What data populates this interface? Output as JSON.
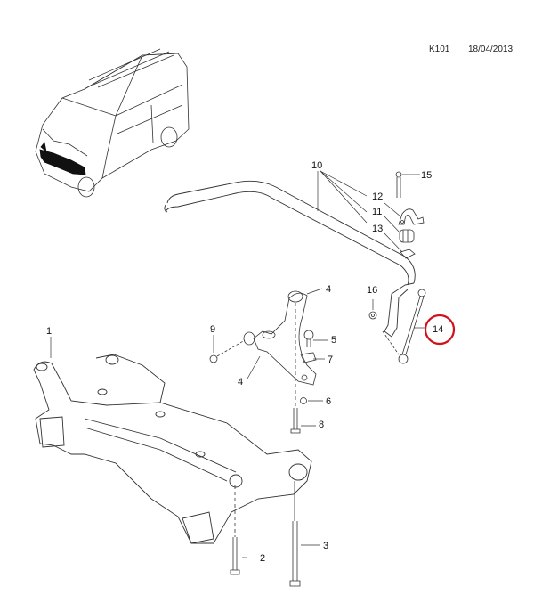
{
  "header": {
    "code": "K101",
    "date": "18/04/2013"
  },
  "callouts": [
    {
      "id": "1",
      "label": "1"
    },
    {
      "id": "2",
      "label": "2"
    },
    {
      "id": "3",
      "label": "3"
    },
    {
      "id": "4a",
      "label": "4"
    },
    {
      "id": "4b",
      "label": "4"
    },
    {
      "id": "5",
      "label": "5"
    },
    {
      "id": "6",
      "label": "6"
    },
    {
      "id": "7",
      "label": "7"
    },
    {
      "id": "8",
      "label": "8"
    },
    {
      "id": "9",
      "label": "9"
    },
    {
      "id": "10",
      "label": "10"
    },
    {
      "id": "11",
      "label": "11"
    },
    {
      "id": "12",
      "label": "12"
    },
    {
      "id": "13",
      "label": "13"
    },
    {
      "id": "14",
      "label": "14"
    },
    {
      "id": "15",
      "label": "15"
    },
    {
      "id": "16",
      "label": "16"
    }
  ],
  "highlight": {
    "callout": "14",
    "color": "#d0121b"
  },
  "colors": {
    "line": "#333333",
    "fill": "#ffffff",
    "highlight": "#d0121b"
  }
}
